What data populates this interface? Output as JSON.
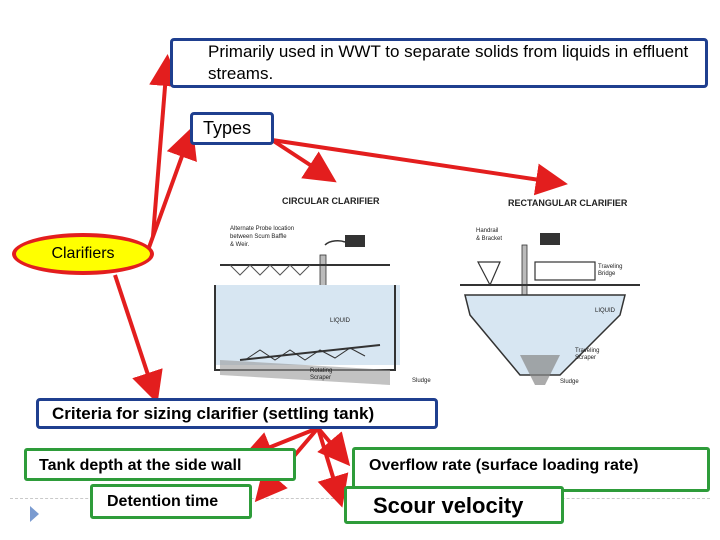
{
  "definition": "Primarily used in WWT to separate solids from liquids in effluent streams.",
  "types": "Types",
  "clarifiers": "Clarifiers",
  "criteria": "Criteria for sizing clarifier (settling tank)",
  "criteria_items": {
    "depth": "Tank depth at the side wall",
    "detention": "Detention time",
    "overflow": "Overflow rate (surface loading rate)",
    "scour": "Scour velocity"
  },
  "circular_figure": {
    "title": "CIRCULAR CLARIFIER",
    "probe": "Alternate Probe location between Scum Baffle & Weir",
    "liquid": "LIQUID",
    "scraper": "Rotating Scraper",
    "sludge": "Sludge"
  },
  "rectangular_figure": {
    "title": "RECTANGULAR CLARIFIER",
    "handrail": "Handrail & Bracket",
    "bridge": "Traveling Bridge",
    "liquid": "LIQUID",
    "scraper": "Traveling Scraper",
    "sludge": "Sludge"
  },
  "colors": {
    "arrow": "#e31e1e",
    "blue_border": "#1f3f8f",
    "green_border": "#2e9c3a",
    "ellipse_fill": "#ffff00"
  }
}
